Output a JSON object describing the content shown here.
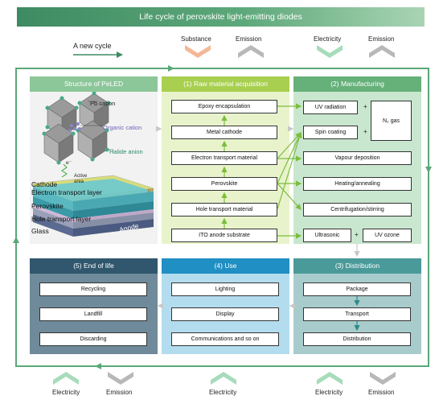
{
  "title": "Life cycle of perovskite light-emitting diodes",
  "top": {
    "new_cycle": "A new cycle",
    "substance": "Substance",
    "emission_1": "Emission",
    "electricity": "Electricity",
    "emission_2": "Emission"
  },
  "bottom": {
    "electricity_1": "Electricity",
    "emission_1": "Emission",
    "electricity_2": "Electricity",
    "electricity_3": "Electricity",
    "emission_2": "Emission"
  },
  "structure": {
    "header": "Structure of PeLED",
    "pb_cation": "Pb cation",
    "organic_cation": "Organic cation",
    "halide_anion": "Halide anion",
    "electron_symbol": "e⁻",
    "hole_symbol": "h⁺",
    "active_area": "Active area",
    "layers": [
      "Cathode",
      "Electron transport layer",
      "Perovskite",
      "Hole transport layer",
      "Glass"
    ],
    "anode": "Anode"
  },
  "raw_material": {
    "header": "(1) Raw material acquisition",
    "items": [
      "Epoxy encapsulation",
      "Metal cathode",
      "Electron transport material",
      "Perovskite",
      "Hole transport material",
      "ITO anode substrate"
    ]
  },
  "manufacturing": {
    "header": "(2) Manufacturing",
    "uv_radiation": "UV radiation",
    "spin_coating": "Spin coating",
    "n2_gas": "N₂ gas",
    "plus": "+",
    "vapour_deposition": "Vapour deposition",
    "heating": "Heating/annealing",
    "centrifugation": "Centrifugation/stirring",
    "ultrasonic": "Ultrasonic",
    "uv_ozone": "UV ozone"
  },
  "end_of_life": {
    "header": "(5) End of life",
    "items": [
      "Recycling",
      "Landfill",
      "Discarding"
    ]
  },
  "use": {
    "header": "(4) Use",
    "items": [
      "Lighting",
      "Display",
      "Communications and so on"
    ]
  },
  "distribution": {
    "header": "(3) Distribution",
    "items": [
      "Package",
      "Transport",
      "Distribution"
    ]
  },
  "colors": {
    "green_dark": "#3e8a62",
    "structure_header": "#8cc79a",
    "raw_header": "#a8cf4f",
    "raw_bg": "#e8f3cc",
    "mfg_header": "#66b07a",
    "mfg_bg": "#c9e6cf",
    "dist_header": "#4a9a9a",
    "dist_bg": "#a8cccc",
    "use_header": "#1f8fc4",
    "use_bg": "#b4dcef",
    "eol_header": "#30576e",
    "eol_bg": "#6f8a9a",
    "substance_chevron": "#f4b896",
    "emission_chevron": "#b8b8b8",
    "electricity_chevron": "#a7dcba"
  }
}
